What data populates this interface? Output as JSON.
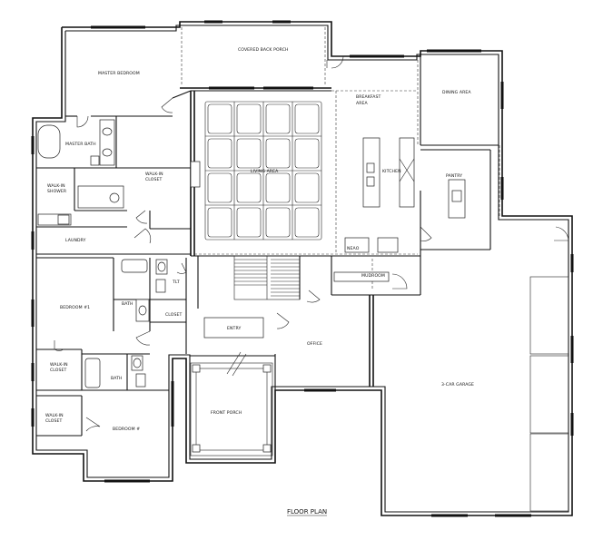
{
  "plan": {
    "title": "FLOOR PLAN",
    "rooms": {
      "master_bedroom": "MASTER BEDROOM",
      "covered_back_porch": "COVERED BACK PORCH",
      "breakfast_area": [
        "BREAKFAST",
        "AREA"
      ],
      "dining_area": "DINING AREA",
      "master_bath": "MASTER BATH",
      "walk_in_closet_master": [
        "WALK-IN",
        "CLOSET"
      ],
      "living_area": "LIVING AREA",
      "kitchen": "KITCHEN",
      "pantry": "PANTRY",
      "walk_in_shower": [
        "WALK-IN",
        "SHOWER"
      ],
      "laundry": "LAUNDRY",
      "mudroom": "MUDROOM",
      "tlt": "TLT",
      "bath_1": "BATH",
      "closet": "CLOSET",
      "bedroom_1": "BEDROOM #1",
      "entry": "ENTRY",
      "office": "OFFICE",
      "walk_in_closet_1": [
        "WALK-IN",
        "CLOSET"
      ],
      "bath_2": "BATH",
      "garage": "3-CAR GARAGE",
      "walk_in_closet_2": [
        "WALK-IN",
        "CLOSET"
      ],
      "bedroom_2": "BEDROOM #",
      "front_porch": "FRONT PORCH"
    },
    "fixtures": {
      "range_label": "NEAO"
    }
  }
}
